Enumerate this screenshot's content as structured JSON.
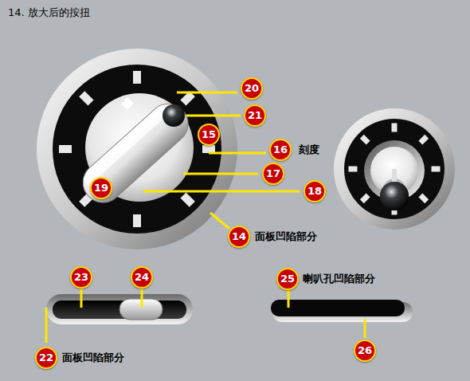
{
  "diagram": {
    "title": "14. 放大后的按扭",
    "labels": [
      "20",
      "21",
      "15",
      "16",
      "刻度",
      "17",
      "18",
      "19",
      "14",
      "面板凹陷部分",
      "23",
      "24",
      "25",
      "喇叭孔凹陷部分",
      "22",
      "面板凹陷部分",
      "26"
    ]
  }
}
